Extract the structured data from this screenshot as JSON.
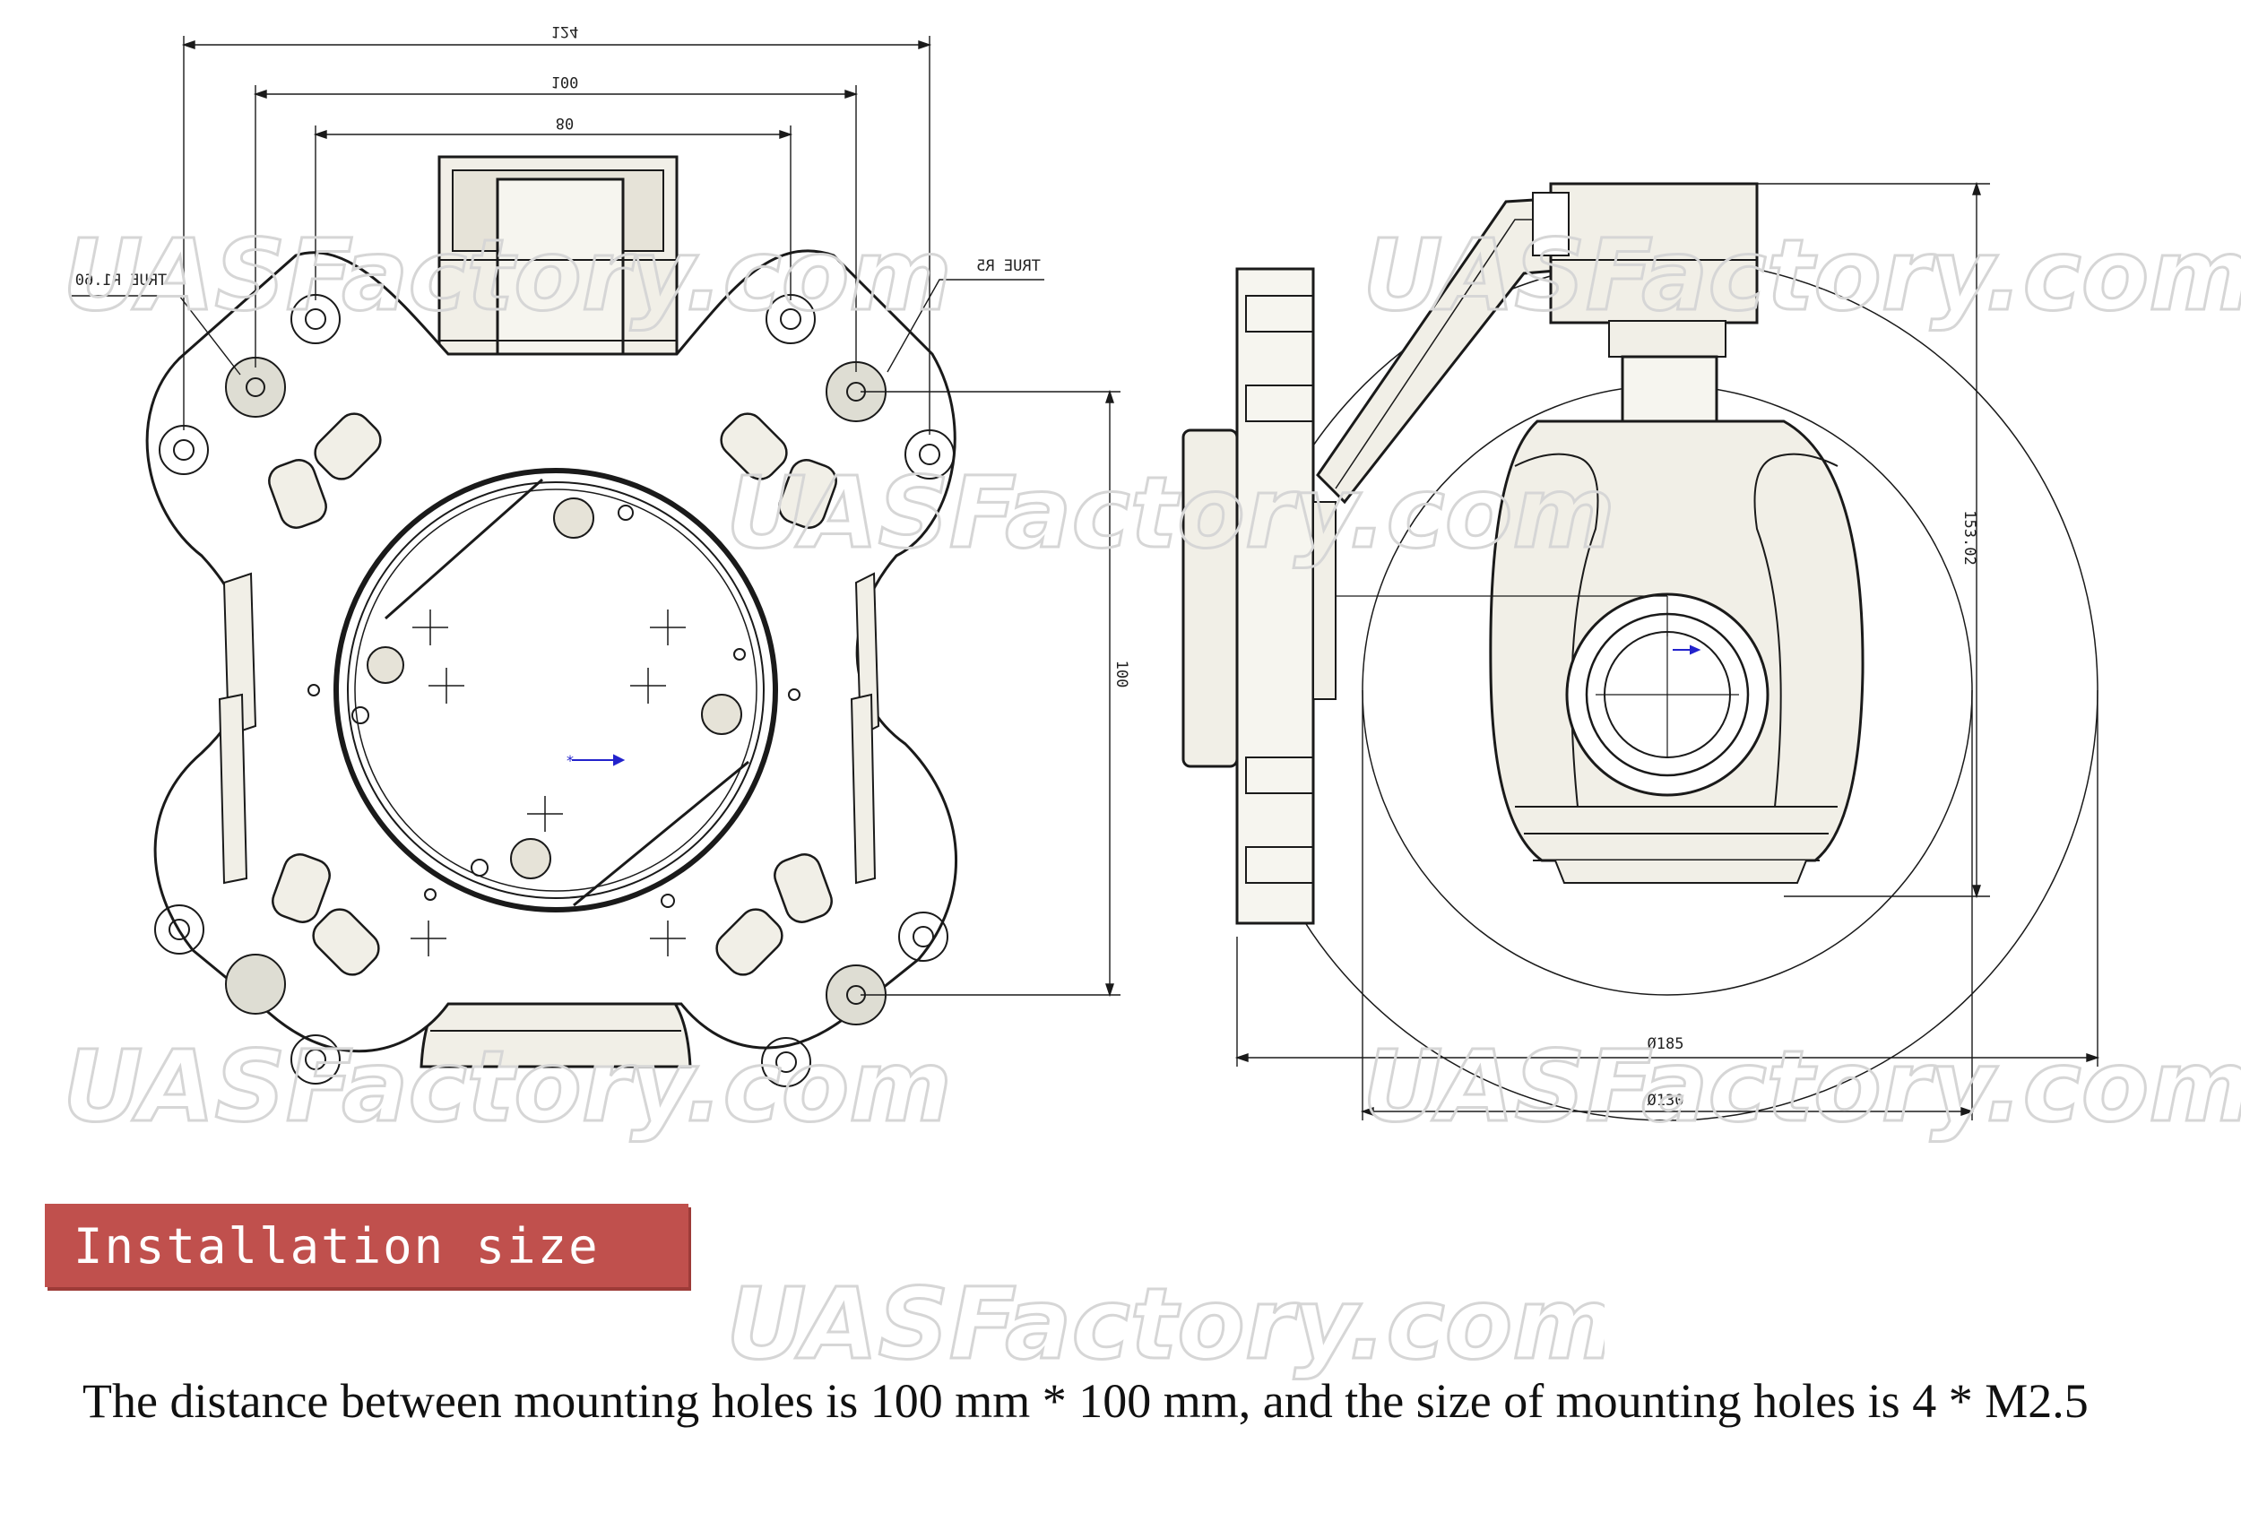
{
  "watermark": "UASFactory.com",
  "drawing": {
    "dims_top": [
      "124",
      "100",
      "80"
    ],
    "dim_vertical_left": "100",
    "dim_vertical_right": "153.02",
    "dim_diam_outer": "Ø185",
    "dim_diam_inner": "Ø130",
    "callout_left": "TRUE R1.60",
    "callout_right": "TRUE R5"
  },
  "section": {
    "title": "Installation size",
    "description": "The distance between mounting holes is 100 mm * 100 mm, and the size of mounting holes is 4 * M2.5"
  },
  "colors": {
    "banner": "#c0504d",
    "line": "#1a1a1a",
    "part_fill": "#f1efe7"
  }
}
